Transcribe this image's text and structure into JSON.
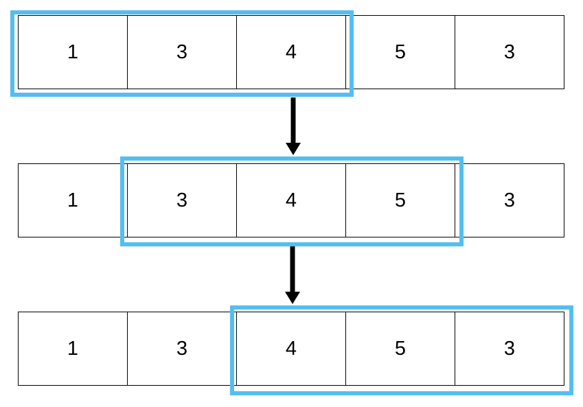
{
  "diagram_type": "sliding-window-over-array",
  "colors": {
    "highlight_blue": "#54BEF0",
    "line_black": "#000000",
    "background": "#FFFFFF"
  },
  "array_values": [
    "1",
    "3",
    "4",
    "5",
    "3"
  ],
  "rows": [
    {
      "cells": [
        "1",
        "3",
        "4",
        "5",
        "3"
      ],
      "window": {
        "start_index": 0,
        "end_index": 2,
        "values": [
          "1",
          "3",
          "4"
        ]
      }
    },
    {
      "cells": [
        "1",
        "3",
        "4",
        "5",
        "3"
      ],
      "window": {
        "start_index": 1,
        "end_index": 3,
        "values": [
          "3",
          "4",
          "5"
        ]
      }
    },
    {
      "cells": [
        "1",
        "3",
        "4",
        "5",
        "3"
      ],
      "window": {
        "start_index": 2,
        "end_index": 4,
        "values": [
          "4",
          "5",
          "3"
        ]
      }
    }
  ],
  "arrows": [
    {
      "from_row": 0,
      "to_row": 1,
      "direction": "down"
    },
    {
      "from_row": 1,
      "to_row": 2,
      "direction": "down"
    }
  ]
}
